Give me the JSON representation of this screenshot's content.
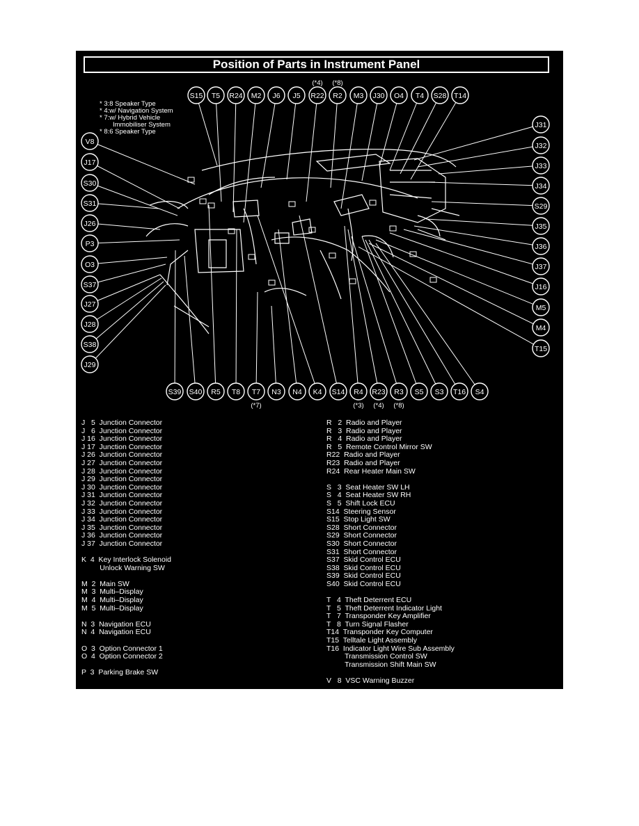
{
  "title": "Position of Parts in Instrument Panel",
  "notes": [
    "* 3:8 Speaker Type",
    "* 4:w/ Navigation System",
    "* 7:w/ Hybrid Vehicle",
    "Immobiliser System",
    "* 8:6 Speaker Type"
  ],
  "top_labels": [
    "S15",
    "T5",
    "R24",
    "M2",
    "J6",
    "J5",
    "R22",
    "R2",
    "M3",
    "J30",
    "O4",
    "T4",
    "S28",
    "T14"
  ],
  "top_notes": {
    "R22": "(*4)",
    "R2": "(*8)"
  },
  "left_labels": [
    "V8",
    "J17",
    "S30",
    "S31",
    "J26",
    "P3",
    "O3",
    "S37",
    "J27",
    "J28",
    "S38",
    "J29"
  ],
  "right_labels": [
    "J31",
    "J32",
    "J33",
    "J34",
    "S29",
    "J35",
    "J36",
    "J37",
    "J16",
    "M5",
    "M4",
    "T15"
  ],
  "bottom_labels": [
    "S39",
    "S40",
    "R5",
    "T8",
    "T7",
    "N3",
    "N4",
    "K4",
    "S14",
    "R4",
    "R23",
    "R3",
    "S5",
    "S3",
    "T16",
    "S4"
  ],
  "bottom_notes": {
    "T7": "(*7)",
    "R4": "(*3)",
    "R23": "(*4)",
    "R3": "(*8)"
  },
  "legend_left": [
    "J   5  Junction Connector",
    "J   6  Junction Connector",
    "J 16  Junction Connector",
    "J 17  Junction Connector",
    "J 26  Junction Connector",
    "J 27  Junction Connector",
    "J 28  Junction Connector",
    "J 29  Junction Connector",
    "J 30  Junction Connector",
    "J 31  Junction Connector",
    "J 32  Junction Connector",
    "J 33  Junction Connector",
    "J 34  Junction Connector",
    "J 35  Junction Connector",
    "J 36  Junction Connector",
    "J 37  Junction Connector",
    "",
    "K  4  Key Interlock Solenoid",
    "         Unlock Warning SW",
    "",
    "M  2  Main SW",
    "M  3  Multi–Display",
    "M  4  Multi–Display",
    "M  5  Multi–Display",
    "",
    "N  3  Navigation ECU",
    "N  4  Navigation ECU",
    "",
    "O  3  Option Connector 1",
    "O  4  Option Connector 2",
    "",
    "P  3  Parking Brake SW"
  ],
  "legend_right": [
    "R   2  Radio and Player",
    "R   3  Radio and Player",
    "R   4  Radio and Player",
    "R   5  Remote Control Mirror SW",
    "R22  Radio and Player",
    "R23  Radio and Player",
    "R24  Rear Heater Main SW",
    "",
    "S   3  Seat Heater SW LH",
    "S   4  Seat Heater SW RH",
    "S   5  Shift Lock ECU",
    "S14  Steering Sensor",
    "S15  Stop Light SW",
    "S28  Short Connector",
    "S29  Short Connector",
    "S30  Short Connector",
    "S31  Short Connector",
    "S37  Skid Control ECU",
    "S38  Skid Control ECU",
    "S39  Skid Control ECU",
    "S40  Skid Control ECU",
    "",
    "T   4  Theft Deterrent ECU",
    "T   5  Theft Deterrent Indicator Light",
    "T   7  Transponder Key Amplifier",
    "T   8  Turn Signal Flasher",
    "T14  Transponder Key Computer",
    "T15  Telltale Light Assembly",
    "T16  Indicator Light Wire Sub Assembly",
    "         Transmission Control SW",
    "         Transmission Shift Main SW",
    "",
    "V   8  VSC Warning Buzzer"
  ]
}
